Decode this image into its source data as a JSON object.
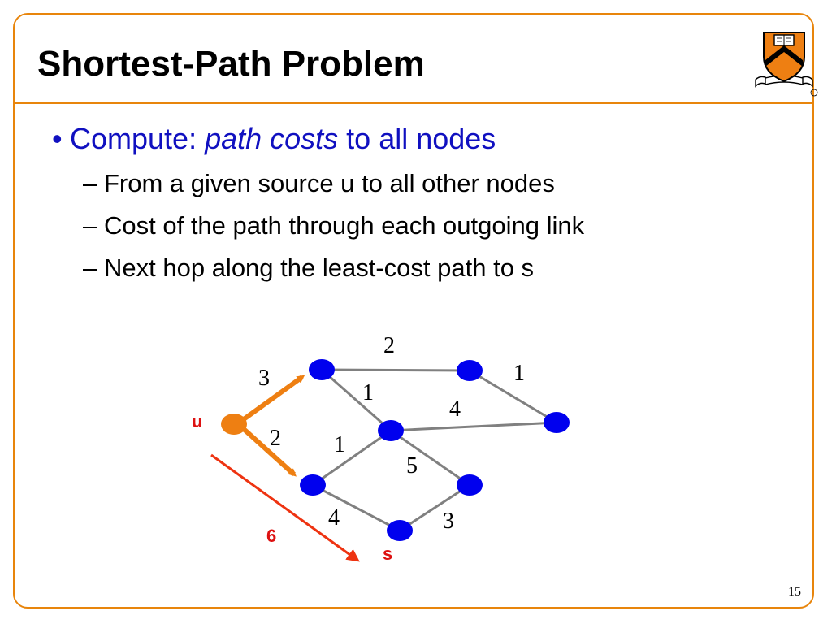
{
  "slide": {
    "title": "Shortest-Path Problem",
    "page_number": "15"
  },
  "bullets": {
    "main_prefix": "Compute: ",
    "main_emphasis": "path costs",
    "main_suffix": " to all nodes",
    "sub": [
      "From a given source u to all other nodes",
      "Cost of the path through each outgoing link",
      "Next hop along the least-cost path to s"
    ]
  },
  "graph": {
    "source_label": "u",
    "target_label": "s",
    "direct_cost_label": "6",
    "edge_weights": {
      "top_right": "2",
      "upper_right_diag": "1",
      "top_left_arrow": "3",
      "center_upper": "1",
      "center_right": "4",
      "left_arrow_lower": "2",
      "center_lower_left": "1",
      "center_lower_right": "5",
      "bottom_left": "4",
      "bottom_right": "3"
    }
  },
  "colors": {
    "frame": "#e8850c",
    "node": "#0000ee",
    "source_node": "#ee7f12",
    "arrow": "#ee7f12",
    "direct_arrow": "#ee3311",
    "edge": "#808080",
    "label_red": "#dd1111",
    "bullet_text": "#1010c0"
  }
}
